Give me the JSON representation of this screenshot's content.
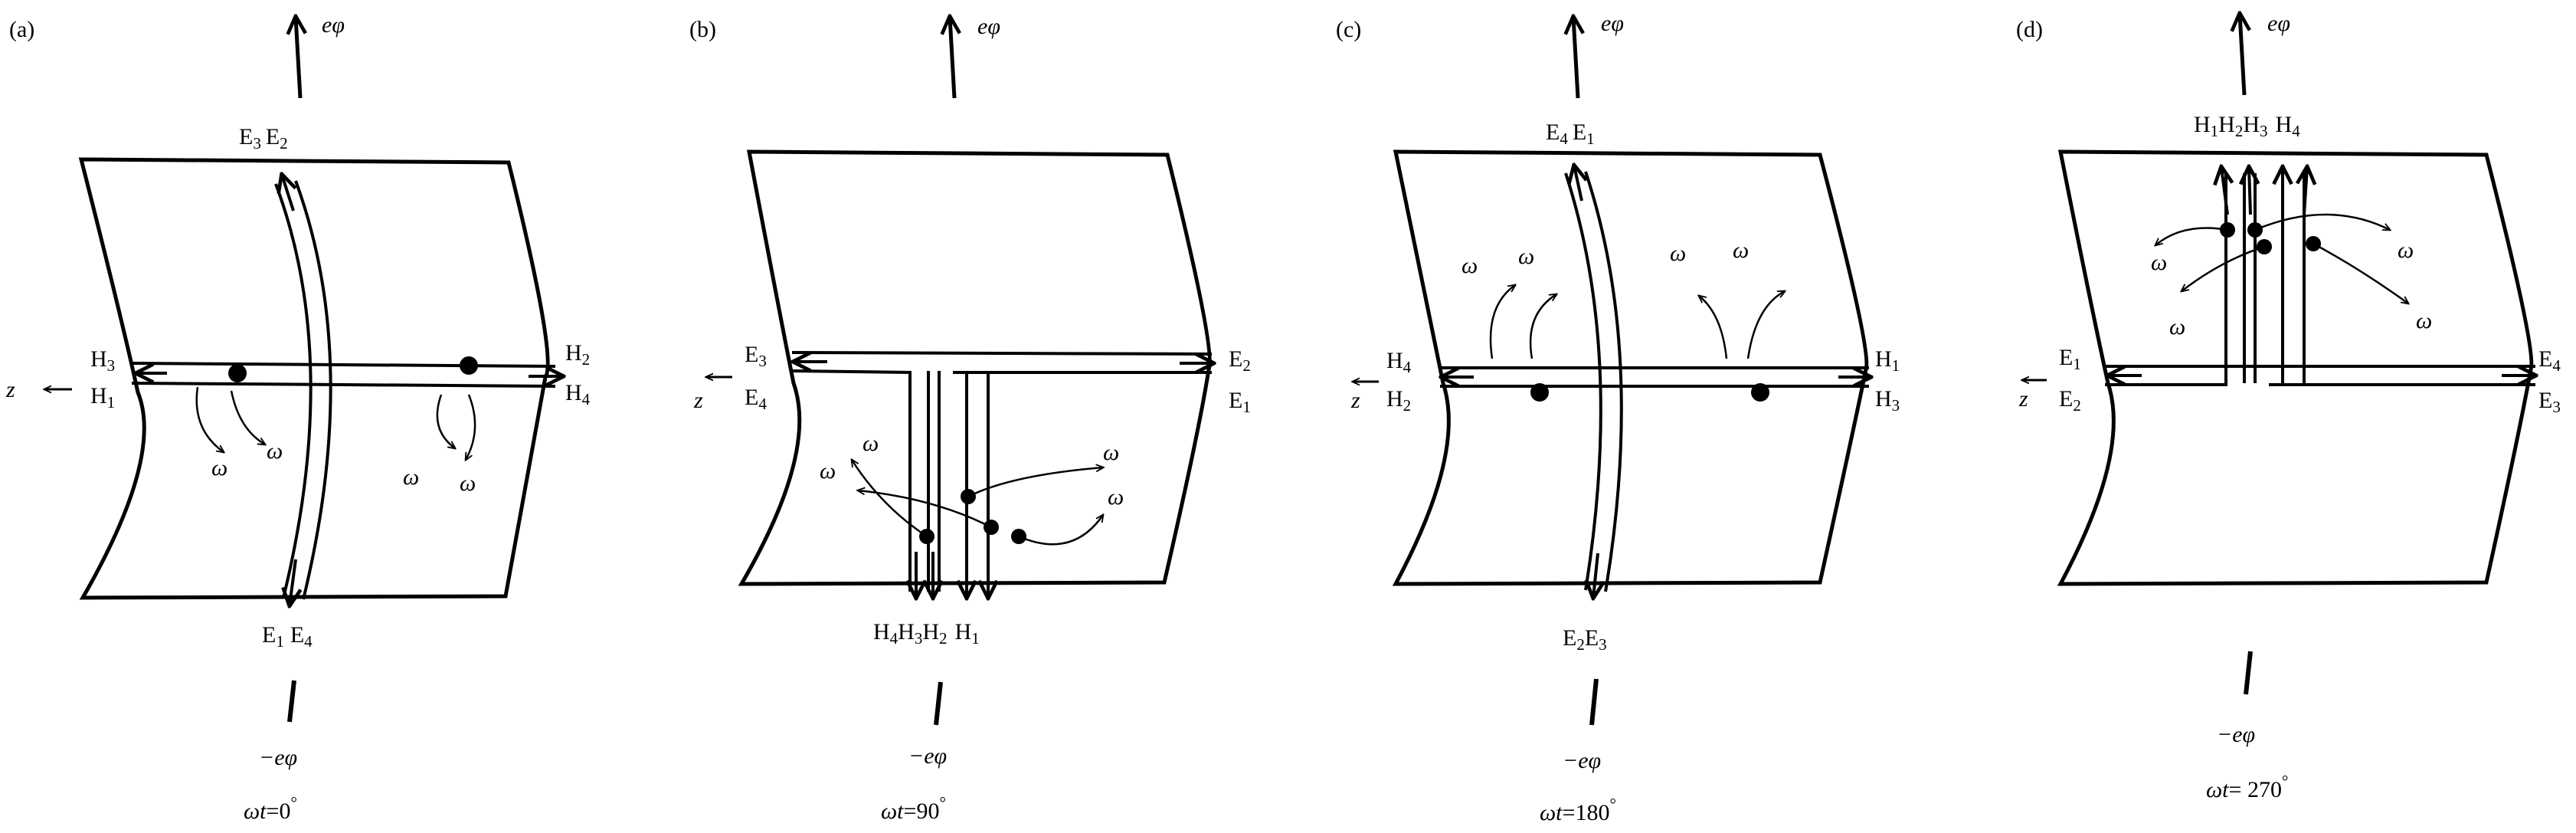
{
  "colors": {
    "ink": "#000000",
    "background": "#ffffff"
  },
  "panels": [
    {
      "letter": "(a)",
      "top_labels": [
        [
          "E",
          "3"
        ],
        [
          "E",
          "2"
        ]
      ],
      "bottom_labels": [
        [
          "E",
          "1"
        ],
        [
          "E",
          "4"
        ]
      ],
      "left_labels": [
        [
          "H",
          "3"
        ],
        [
          "H",
          "1"
        ]
      ],
      "right_labels": [
        [
          "H",
          "2"
        ],
        [
          "H",
          "4"
        ]
      ],
      "up_axis": "eφ",
      "down_axis": "−eφ",
      "side_axis": "z",
      "omega": "ω",
      "time_main": "ωt",
      "time_value": "=0",
      "time_degree": "°"
    },
    {
      "letter": "(b)",
      "top_labels": [],
      "bottom_labels": [
        [
          "H",
          "4"
        ],
        [
          "H",
          "3"
        ],
        [
          "H",
          "2"
        ],
        [
          "H",
          "1"
        ]
      ],
      "left_labels": [
        [
          "E",
          "3"
        ],
        [
          "E",
          "4"
        ]
      ],
      "right_labels": [
        [
          "E",
          "2"
        ],
        [
          "E",
          "1"
        ]
      ],
      "up_axis": "eφ",
      "down_axis": "−eφ",
      "side_axis": "z",
      "omega": "ω",
      "time_main": "ωt",
      "time_value": "=90",
      "time_degree": "°"
    },
    {
      "letter": "(c)",
      "top_labels": [
        [
          "E",
          "4"
        ],
        [
          "E",
          "1"
        ]
      ],
      "bottom_labels": [
        [
          "E",
          "2"
        ],
        [
          "E",
          "3"
        ]
      ],
      "left_labels": [
        [
          "H",
          "4"
        ],
        [
          "H",
          "2"
        ]
      ],
      "right_labels": [
        [
          "H",
          "1"
        ],
        [
          "H",
          "3"
        ]
      ],
      "up_axis": "eφ",
      "down_axis": "−eφ",
      "side_axis": "z",
      "omega": "ω",
      "time_main": "ωt",
      "time_value": "=180",
      "time_degree": "°"
    },
    {
      "letter": "(d)",
      "top_labels": [
        [
          "H",
          "1"
        ],
        [
          "H",
          "2"
        ],
        [
          "H",
          "3"
        ],
        [
          "H",
          "4"
        ]
      ],
      "bottom_labels": [],
      "left_labels": [
        [
          "E",
          "1"
        ],
        [
          "E",
          "2"
        ]
      ],
      "right_labels": [
        [
          "E",
          "4"
        ],
        [
          "E",
          "3"
        ]
      ],
      "up_axis": "eφ",
      "down_axis": "−eφ",
      "side_axis": "z",
      "omega": "ω",
      "time_main": "ωt",
      "time_value": "= 270",
      "time_degree": "°"
    }
  ]
}
